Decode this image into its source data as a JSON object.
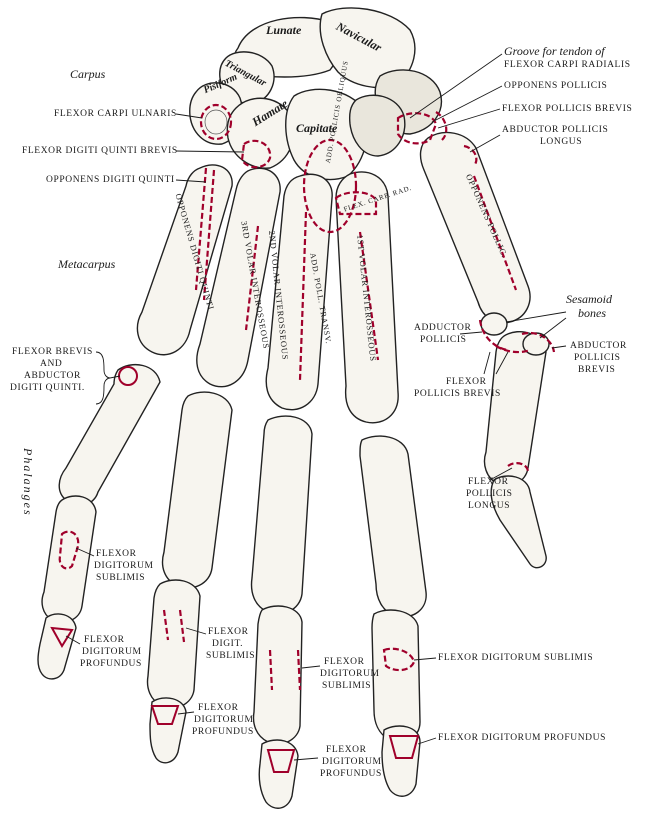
{
  "colors": {
    "attachment": "#a0002b",
    "bone_fill": "#f7f5ef",
    "outline": "#222222"
  },
  "regions": {
    "carpus": "Carpus",
    "metacarpus": "Metacarpus",
    "phalanges": "Phalanges"
  },
  "bones": {
    "lunate": "Lunate",
    "navicular": "Navicular",
    "triangular": "Triangular",
    "pisiform": "Pisiform",
    "hamate": "Hamate",
    "capitate": "Capitate"
  },
  "labels": {
    "groove_fcr_1": "Groove for tendon of",
    "groove_fcr_2": "Flexor carpi radialis",
    "opponens_pollicis": "Opponens pollicis",
    "flexor_pollicis_brevis_top": "Flexor pollicis brevis",
    "abductor_pollicis_longus_1": "Abductor pollicis",
    "abductor_pollicis_longus_2": "longus",
    "flexor_carpi_ulnaris": "Flexor carpi ulnaris",
    "flexor_digiti_quinti_brevis": "Flexor digiti quinti brevis",
    "opponens_digiti_quinti": "Opponens digiti quinti",
    "sesamoid_1": "Sesamoid",
    "sesamoid_2": "bones",
    "adductor_pollicis_1": "Adductor",
    "adductor_pollicis_2": "pollicis",
    "abductor_pollicis_brevis_1": "Abductor",
    "abductor_pollicis_brevis_2": "pollicis",
    "abductor_pollicis_brevis_3": "brevis",
    "fb_abd_dq_1": "Flexor brevis",
    "fb_abd_dq_2": "and",
    "fb_abd_dq_3": "Abductor",
    "fb_abd_dq_4": "digiti quinti.",
    "flexor_pollicis_brevis_mid_1": "Flexor",
    "flexor_pollicis_brevis_mid_2": "pollicis brevis",
    "flexor_pollicis_longus_1": "Flexor",
    "flexor_pollicis_longus_2": "pollicis",
    "flexor_pollicis_longus_3": "longus",
    "fds_little_1": "Flexor",
    "fds_little_2": "digitorum",
    "fds_little_3": "sublimis",
    "fdp_little_1": "Flexor",
    "fdp_little_2": "digitorum",
    "fdp_little_3": "profundus",
    "fds_ring_1": "Flexor",
    "fds_ring_2": "digit.",
    "fds_ring_3": "sublimis",
    "fdp_ring_1": "Flexor",
    "fdp_ring_2": "digitorum",
    "fdp_ring_3": "profundus",
    "fds_middle_1": "Flexor",
    "fds_middle_2": "digitorum",
    "fds_middle_3": "sublimis",
    "fdp_middle_1": "Flexor",
    "fdp_middle_2": "digitorum",
    "fdp_middle_3": "profundus",
    "fds_index": "Flexor digitorum sublimis",
    "fdp_index": "Flexor digitorum profundus",
    "on_bone_opponens_dq": "Opponens digiti quinti",
    "on_bone_3rd_volar": "3rd volar interosseous",
    "on_bone_2nd_volar": "2nd volar interosseous",
    "on_bone_1st_volar": "1st volar interosseous",
    "on_bone_add_poll_obliq": "Add. pollicis obliquus",
    "on_bone_add_poll_trans": "Add. poll. transv.",
    "on_bone_flex_carp_rad": "Flex. carp. rad.",
    "on_bone_opponens_pollic": "Opponens pollic."
  }
}
